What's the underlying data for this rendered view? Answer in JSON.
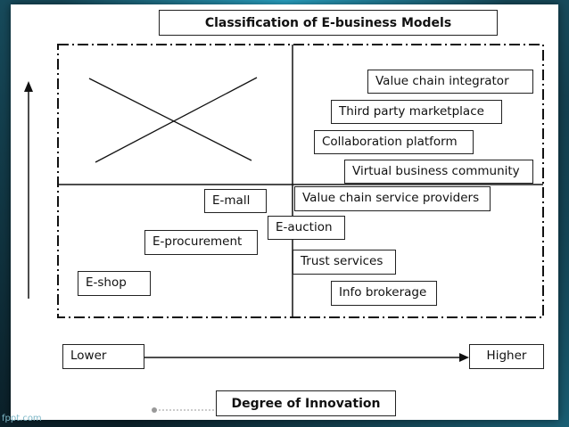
{
  "title": "Classification of E-business Models",
  "footer_title": "Degree of Innovation",
  "axis": {
    "lower": "Lower",
    "higher": "Higher"
  },
  "models": {
    "value_chain_integrator": "Value chain integrator",
    "third_party_marketplace": "Third party marketplace",
    "collaboration_platform": "Collaboration platform",
    "virtual_business_community": "Virtual business community",
    "value_chain_service_providers": "Value chain service providers",
    "e_mall": "E-mall",
    "e_auction": "E-auction",
    "e_procurement": "E-procurement",
    "trust_services": "Trust services",
    "info_brokerage": "Info brokerage",
    "e_shop": "E-shop"
  },
  "watermark": "fppt.com"
}
